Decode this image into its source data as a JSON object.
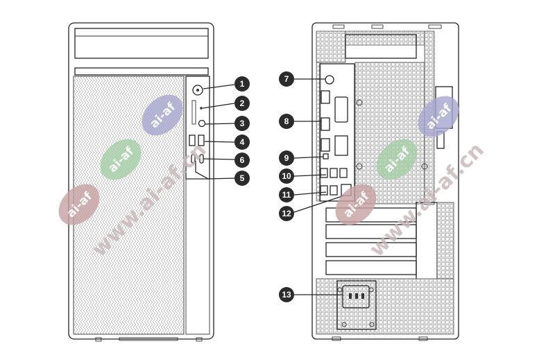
{
  "callouts": [
    {
      "label": "1"
    },
    {
      "label": "2"
    },
    {
      "label": "3"
    },
    {
      "label": "4"
    },
    {
      "label": "5"
    },
    {
      "label": "6"
    },
    {
      "label": "7"
    },
    {
      "label": "8"
    },
    {
      "label": "9"
    },
    {
      "label": "10"
    },
    {
      "label": "11"
    },
    {
      "label": "12"
    },
    {
      "label": "13"
    }
  ],
  "watermarks": {
    "badge_text": "ai-af",
    "url_text": "www.ai-af.cn",
    "colors": {
      "red": "#c9a3a3",
      "green": "#a6cfa6",
      "blue": "#a8a8cf",
      "url": "#c8b8b8"
    }
  },
  "colors": {
    "outline": "#222222",
    "callout_fill": "#2b2b2b",
    "callout_text": "#ffffff"
  }
}
